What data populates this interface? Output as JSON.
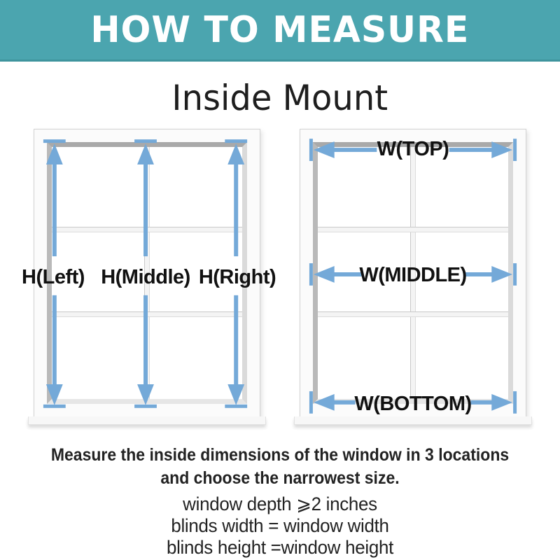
{
  "colors": {
    "banner_teal": "#4BA5AF",
    "banner_edge_teal": "#3F949D",
    "arrow_blue": "#74A9D8",
    "text_dark": "#1E1E1E"
  },
  "header": {
    "title": "HOW TO MEASURE"
  },
  "mount": {
    "title": "Inside Mount"
  },
  "windows": {
    "height_window": {
      "grid": "2 columns x 3 rows",
      "measurement": "height",
      "labels": {
        "left": "H(Left)",
        "middle": "H(Middle)",
        "right": "H(Right)"
      }
    },
    "width_window": {
      "grid": "2 columns x 3 rows",
      "measurement": "width",
      "labels": {
        "top": "W(TOP)",
        "middle": "W(MIDDLE)",
        "bottom": "W(BOTTOM)"
      }
    }
  },
  "instructions": {
    "main_line1": "Measure the inside dimensions of the window in 3 locations",
    "main_line2": "and choose the narrowest size.",
    "notes": [
      "window depth ⩾2 inches",
      "blinds width = window width",
      "blinds height =window height"
    ]
  }
}
